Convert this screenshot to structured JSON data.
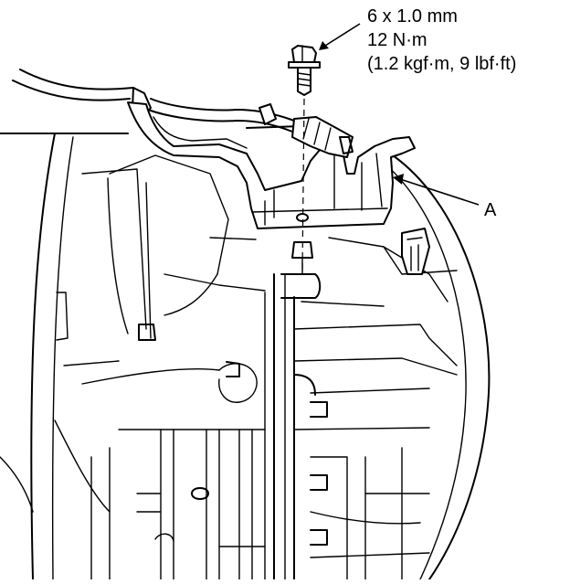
{
  "callouts": {
    "bolt_size": "6 x 1.0 mm",
    "torque_nm": "12 N·m",
    "torque_alt": "(1.2 kgf·m, 9 lbf·ft)",
    "bracket_label": "A"
  },
  "colors": {
    "line": "#000000",
    "background": "#ffffff"
  }
}
